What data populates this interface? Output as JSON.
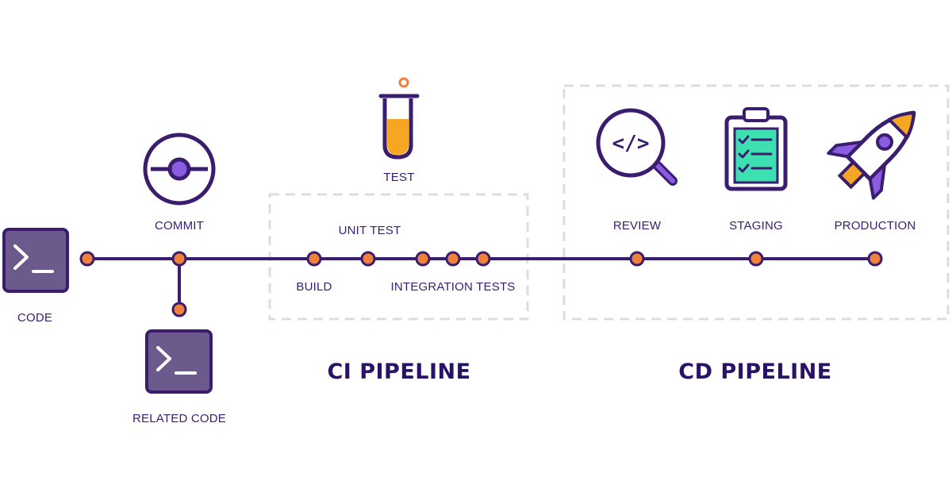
{
  "colors": {
    "line": "#3a1d6e",
    "node": "#f0813a",
    "box_border": "#dcdce6",
    "tile_fill": "#6c5a8c",
    "tile_border": "#3a1d6e",
    "accent_purple": "#8a5ce0",
    "tube_fill": "#f5a623",
    "checklist_fill": "#3de0b0"
  },
  "labels": {
    "code": "CODE",
    "commit": "COMMIT",
    "related_code": "RELATED CODE",
    "test": "TEST",
    "unit_test": "UNIT TEST",
    "build": "BUILD",
    "integration_tests": "INTEGRATION TESTS",
    "review": "REVIEW",
    "staging": "STAGING",
    "production": "PRODUCTION"
  },
  "sections": {
    "ci_title": "CI PIPELINE",
    "cd_title": "CD PIPELINE"
  },
  "icons": {
    "code_tile": "terminal-icon",
    "related_code_tile": "terminal-icon",
    "commit": "commit-icon",
    "test": "test-tube-icon",
    "review": "code-review-magnifier-icon",
    "staging": "clipboard-checklist-icon",
    "production": "rocket-icon"
  }
}
